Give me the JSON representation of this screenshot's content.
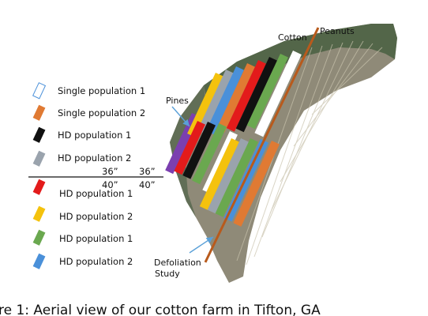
{
  "legend": {
    "items": [
      {
        "label": "Single population 1",
        "color": "#ffffff"
      },
      {
        "label": "Single population 2",
        "color": "#e07a33"
      },
      {
        "label": "HD population 1",
        "color": "#111111"
      },
      {
        "label": "HD population 2",
        "color": "#9aa3ad"
      },
      {
        "label": "HD population 1",
        "color": "#e31b1b"
      },
      {
        "label": "HD population 2",
        "color": "#f4c20d"
      },
      {
        "label": "HD population 1",
        "color": "#6aa84f"
      },
      {
        "label": "HD population 2",
        "color": "#4a90d9"
      }
    ],
    "spacing_top_left": "36”",
    "spacing_top_right": "36”",
    "spacing_bottom_left": "40”",
    "spacing_bottom_right": "40”"
  },
  "map_labels": {
    "pines": "Pines",
    "cotton": "Cotton",
    "peanuts": "Peanuts",
    "defoliation_line1": "Defoliation",
    "defoliation_line2": "Study"
  },
  "colors": {
    "purple": "#7b3fb0",
    "orange": "#e07a33",
    "red": "#e31b1b",
    "black": "#111111",
    "green": "#6aa84f",
    "gray": "#9aa3ad",
    "yellow": "#f4c20d",
    "blue": "#4a90d9",
    "white": "#ffffff",
    "annotation_line": "#b85a1c",
    "arrow": "#5aa0d8",
    "field_bg": "#8f8a78",
    "vegetation": "#3f5a3a"
  },
  "caption": {
    "text": "re 1:  Aerial view of our cotton farm in Tifton, GA"
  }
}
